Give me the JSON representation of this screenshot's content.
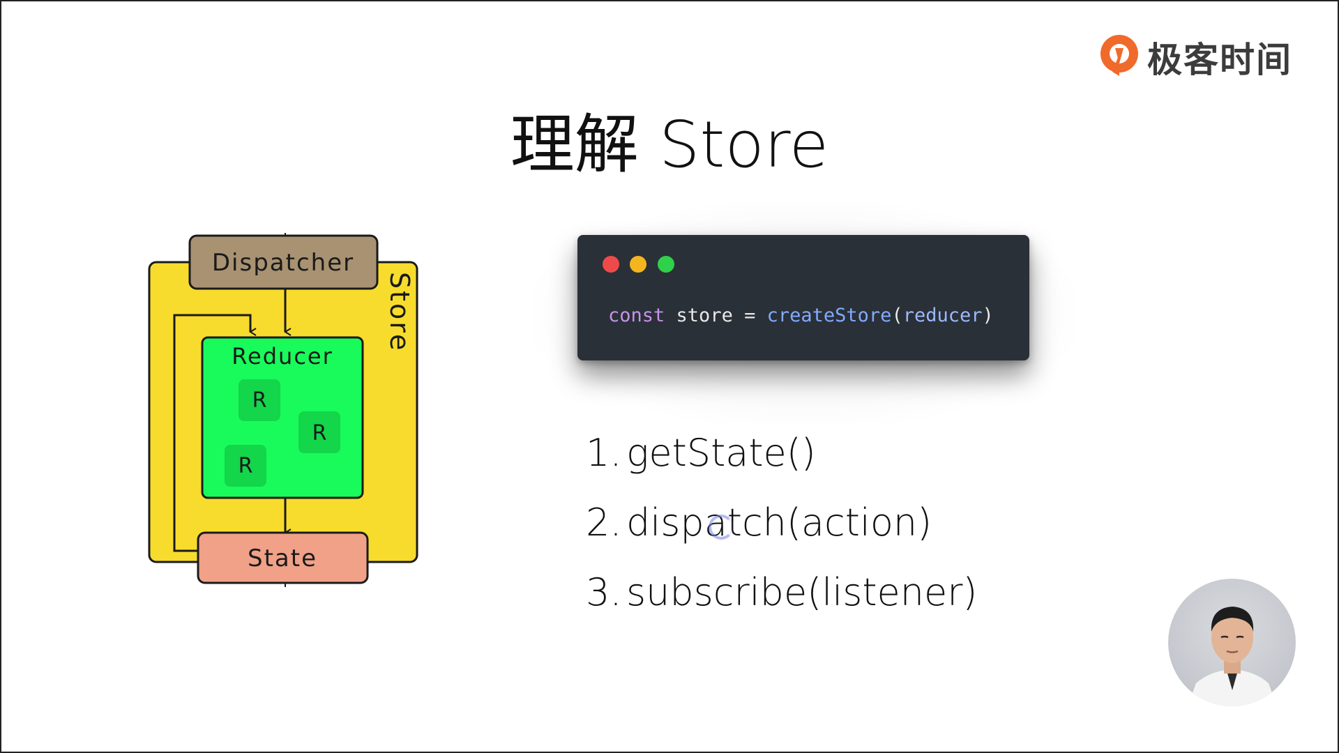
{
  "slide": {
    "title": "理解 Store"
  },
  "brand": {
    "name": "极客时间",
    "logo_icon": "geektime-logo-icon",
    "logo_color": "#f06a2b"
  },
  "diagram": {
    "dispatcher_label": "Dispatcher",
    "store_label": "Store",
    "reducer_label": "Reducer",
    "sub_reducer_labels": [
      "R",
      "R",
      "R"
    ],
    "state_label": "State",
    "colors": {
      "store": "#f8dc2d",
      "dispatcher": "#a89272",
      "reducer": "#19fb5b",
      "sub_reducer": "#13d64a",
      "state": "#f0a188"
    }
  },
  "code": {
    "window_dots": [
      "red",
      "yellow",
      "green"
    ],
    "keyword": "const",
    "identifier": "store",
    "operator": "=",
    "function": "createStore",
    "paren_open": "(",
    "argument": "reducer",
    "paren_close": ")"
  },
  "methods": [
    {
      "num": "1.",
      "text": "getState()"
    },
    {
      "num": "2.",
      "text": "dispatch(action)"
    },
    {
      "num": "3.",
      "text": "subscribe(listener)"
    }
  ],
  "presenter": {
    "icon": "presenter-video-avatar"
  }
}
